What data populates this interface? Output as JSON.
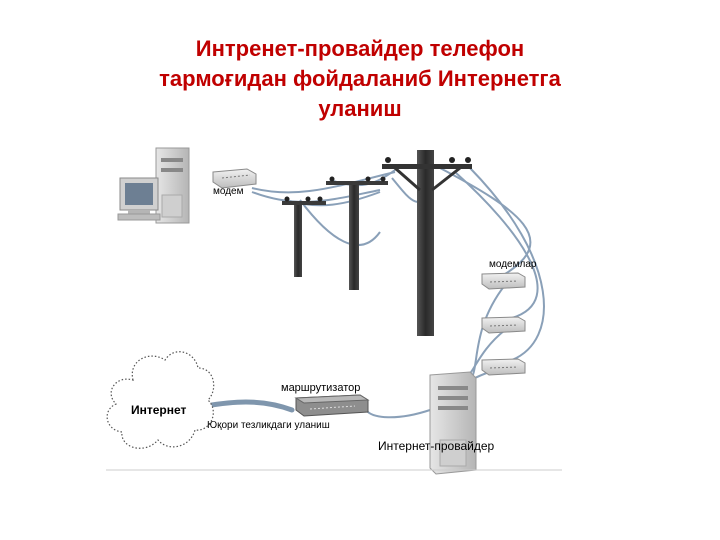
{
  "title": {
    "line1": "Интренет-провайдер телефон",
    "line2": "тармоғидан фойдаланиб Интернетга",
    "line3": "уланиш"
  },
  "labels": {
    "modem": "модем",
    "modems": "модемлар",
    "router": "маршрутизатор",
    "internet": "Интернет",
    "high_speed": "Юқори тезликдаги уланиш",
    "provider": "Интернет-провайдер"
  },
  "colors": {
    "title": "#c00000",
    "cable": "#8aa0b8",
    "pole": "#3a3a3a",
    "device": "#d9d9d9"
  }
}
